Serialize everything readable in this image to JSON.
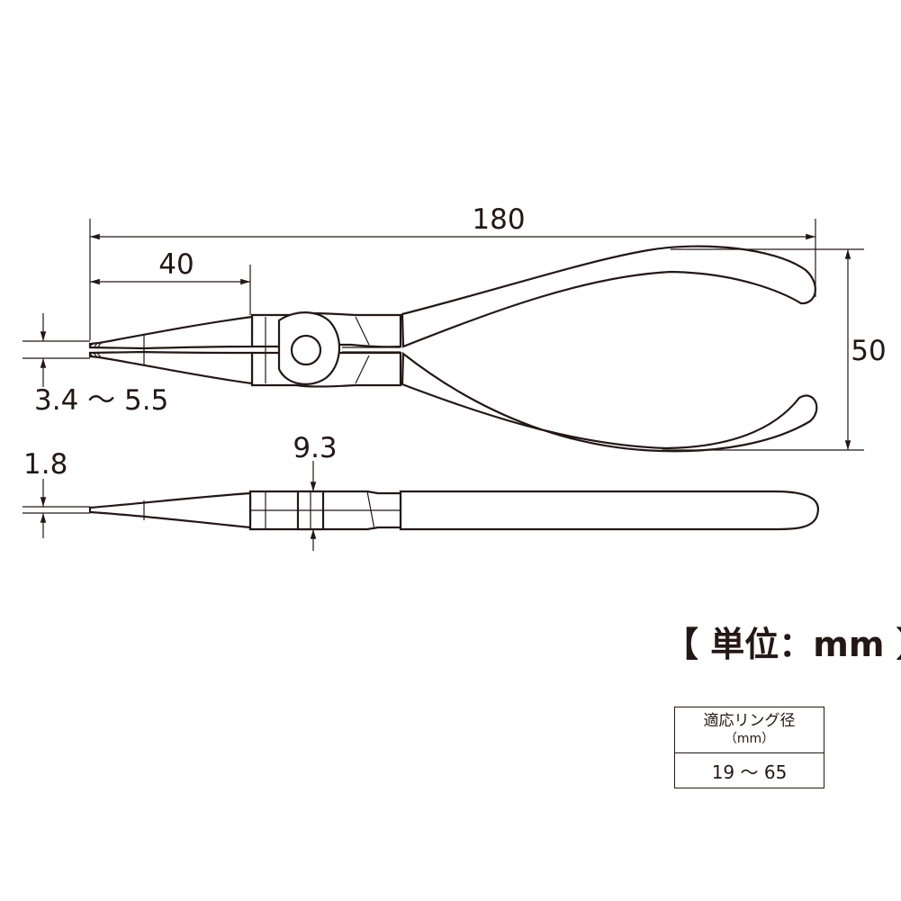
{
  "dimensions": {
    "overall_length": "180",
    "tip_length": "40",
    "tip_range": "3.4 ～ 5.5",
    "height": "50",
    "tip_thickness": "1.8",
    "joint_thickness": "9.3"
  },
  "unit_label": "【 単位：mm 】",
  "spec_table": {
    "header": "適応リング径",
    "header_unit": "（mm）",
    "value": "19 ～ 65"
  }
}
